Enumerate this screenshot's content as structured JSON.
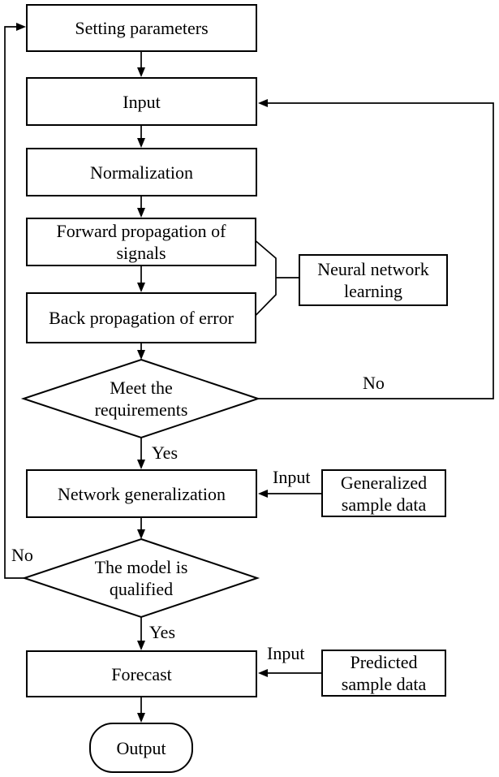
{
  "nodes": {
    "setting_parameters": "Setting parameters",
    "input": "Input",
    "normalization": "Normalization",
    "forward_propagation": "Forward propagation of signals",
    "back_propagation": "Back propagation of error",
    "neural_network_learning": "Neural network learning",
    "meet_requirements": "Meet the requirements",
    "network_generalization": "Network generalization",
    "generalized_sample_data": "Generalized sample data",
    "model_qualified": "The model is qualified",
    "forecast": "Forecast",
    "predicted_sample_data": "Predicted sample data",
    "output": "Output"
  },
  "edge_labels": {
    "meet_requirements_no": "No",
    "meet_requirements_yes": "Yes",
    "model_qualified_no": "No",
    "model_qualified_yes": "Yes",
    "generalization_input": "Input",
    "forecast_input": "Input"
  },
  "colors": {
    "line": "#000000",
    "background": "#ffffff",
    "text": "#000000"
  }
}
